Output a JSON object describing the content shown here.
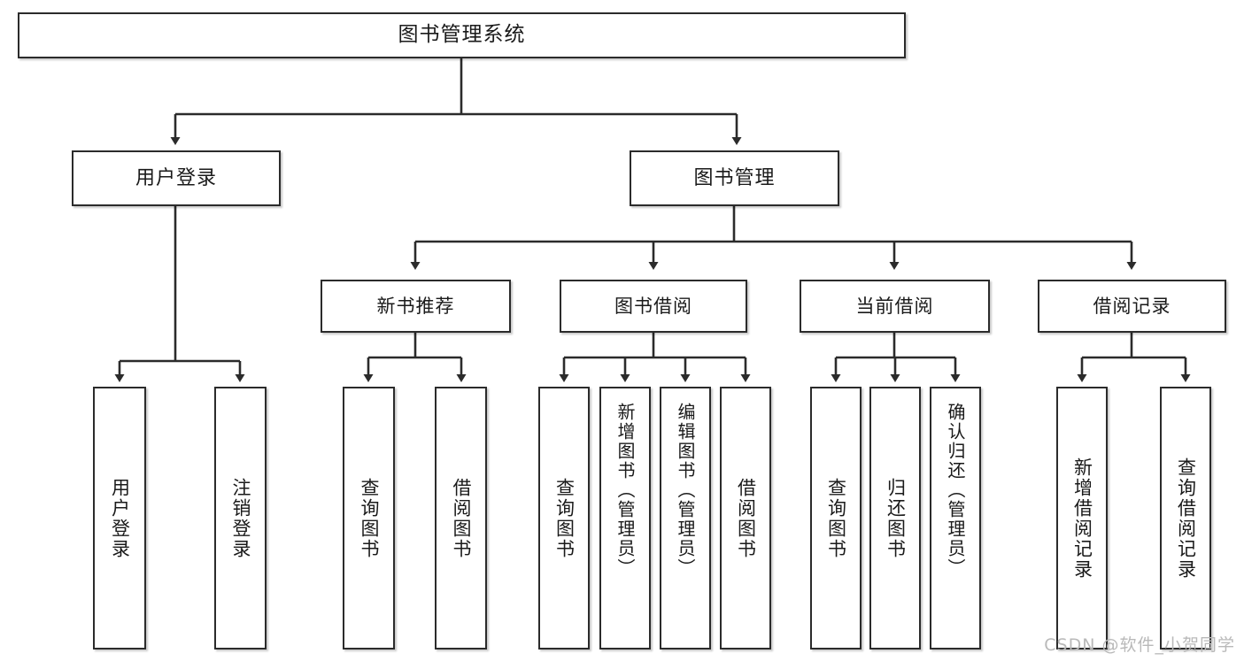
{
  "diagram": {
    "title": "图书管理系统",
    "type": "tree",
    "watermark": "CSDN @软件_小贺同学",
    "colors": {
      "box_border": "#2b2b2b",
      "box_fill": "#ffffff",
      "connector": "#2b2b2b",
      "text": "#1a1a1a",
      "watermark": "#b9b9b9"
    },
    "root": {
      "label": "图书管理系统"
    },
    "level2": [
      {
        "id": "user-login",
        "label": "用户登录"
      },
      {
        "id": "book-manage",
        "label": "图书管理"
      }
    ],
    "level3": [
      {
        "id": "new-book-recommend",
        "label": "新书推荐"
      },
      {
        "id": "book-borrow",
        "label": "图书借阅"
      },
      {
        "id": "current-borrow",
        "label": "当前借阅"
      },
      {
        "id": "borrow-record",
        "label": "借阅记录"
      }
    ],
    "leaves": {
      "user-login": [
        {
          "id": "leaf-user-login",
          "label": "用户登录"
        },
        {
          "id": "leaf-user-logout",
          "label": "注销登录"
        }
      ],
      "new-book-recommend": [
        {
          "id": "leaf-query-book-1",
          "label": "查询图书"
        },
        {
          "id": "leaf-borrow-book-1",
          "label": "借阅图书"
        }
      ],
      "book-borrow": [
        {
          "id": "leaf-query-book-2",
          "label": "查询图书"
        },
        {
          "id": "leaf-add-book",
          "label": "新增图书（管理员）"
        },
        {
          "id": "leaf-edit-book",
          "label": "编辑图书（管理员）"
        },
        {
          "id": "leaf-borrow-book-2",
          "label": "借阅图书"
        }
      ],
      "current-borrow": [
        {
          "id": "leaf-query-book-3",
          "label": "查询图书"
        },
        {
          "id": "leaf-return-book",
          "label": "归还图书"
        },
        {
          "id": "leaf-confirm-return",
          "label": "确认归还（管理员）"
        }
      ],
      "borrow-record": [
        {
          "id": "leaf-add-record",
          "label": "新增借阅记录"
        },
        {
          "id": "leaf-query-record",
          "label": "查询借阅记录"
        }
      ]
    }
  }
}
